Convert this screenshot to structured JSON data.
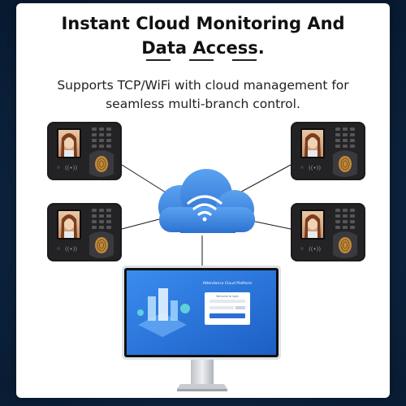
{
  "header": {
    "title_line1": "Instant Cloud Monitoring And",
    "title_line2": "Data Access.",
    "subtitle_line1": "Supports TCP/WiFi with cloud management for",
    "subtitle_line2": "seamless multi-branch control."
  },
  "monitor_screen": {
    "login_title": "Attendance Cloud Platform",
    "login_subtitle": "Welcome to login"
  },
  "colors": {
    "background": "#0f2744",
    "card": "#ffffff",
    "cloud": "#3d86e0",
    "device_body": "#1c1c1e",
    "screen": "#2c6fd6"
  },
  "icons": [
    "wifi-icon",
    "cloud-icon",
    "fingerprint-icon"
  ]
}
